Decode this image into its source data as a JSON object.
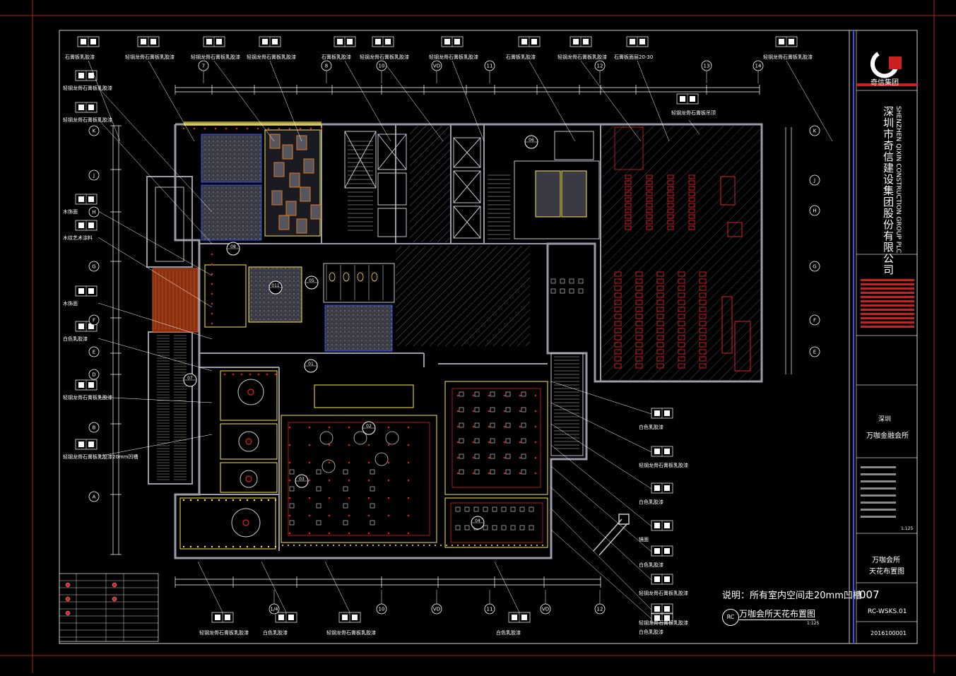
{
  "colors": {
    "background": "#000000",
    "frame": "#ffffff",
    "wall": "#9a9aa8",
    "furniture_red": "#e02020",
    "lighting_yellow": "#ffe84a",
    "ceiling_blue": "#3050ff",
    "brand_red": "#cc2020",
    "dim_line": "#ffffff"
  },
  "drawing": {
    "note": "说明：所有室内空间走20mm凹槽",
    "plan_title": "万咖会所天花布置图",
    "plan_scale": "1:125"
  },
  "callout_labels": {
    "top": [
      "石膏板乳胶漆",
      "轻钢龙骨石膏板乳胶漆",
      "轻钢龙骨石膏板乳胶漆",
      "轻钢龙骨石膏板乳胶漆",
      "石膏板乳胶漆",
      "轻钢龙骨石膏板乳胶漆",
      "轻钢龙骨石膏板乳胶漆",
      "石膏板乳胶漆",
      "轻钢龙骨石膏板乳胶漆",
      "石膏板面层20-30",
      "轻钢龙骨石膏板乳胶漆"
    ],
    "left": [
      "轻钢龙骨石膏板乳胶漆",
      "轻钢龙骨石膏板乳胶漆",
      "木饰面",
      "木纹艺术涂料",
      "木饰面",
      "白色乳胶漆",
      "轻钢龙骨石膏板乳胶漆",
      "轻钢龙骨石膏板乳胶漆20mm凹槽"
    ],
    "right": [
      "白色乳胶漆",
      "轻钢龙骨石膏板乳胶漆",
      "白色乳胶漆",
      "镜面",
      "白色乳胶漆",
      "轻钢龙骨石膏板乳胶漆",
      "轻钢龙骨石膏板乳胶漆",
      "白色乳胶漆"
    ],
    "bottom": [
      "轻钢龙骨石膏板乳胶漆",
      "白色乳胶漆",
      "轻钢龙骨石膏板乳胶漆",
      "白色乳胶漆"
    ],
    "right_top": "轻钢龙骨石膏板吊顶"
  },
  "grid_axes": {
    "top": [
      "7",
      "8",
      "10",
      "VD",
      "11",
      "12",
      "13",
      "14"
    ],
    "bottom": [
      "1/4",
      "10",
      "VD",
      "11",
      "VD",
      "12"
    ],
    "left": [
      "K",
      "J",
      "H",
      "G",
      "F",
      "E",
      "D",
      "B",
      "A"
    ],
    "right": [
      "K",
      "J",
      "H",
      "G",
      "F",
      "E"
    ]
  },
  "section_markers": [
    "01",
    "02",
    "03",
    "04",
    "05",
    "06",
    "07",
    "08",
    "011"
  ],
  "title_block": {
    "company_cn": "深圳市奇信建设集团股份有限公司",
    "company_en": "SHENZHEN QIXIN CONSTRUCTION GROUP PLC",
    "logo_text": "奇信集团",
    "project_city": "深圳",
    "project_name": "万咖金融会所",
    "drawing_title_1": "万咖会所",
    "drawing_title_2": "天花布置图",
    "sheet_number": "007",
    "drawing_code": "RC-WSKS.01",
    "date_code": "2016100001",
    "scale": "1:125"
  }
}
